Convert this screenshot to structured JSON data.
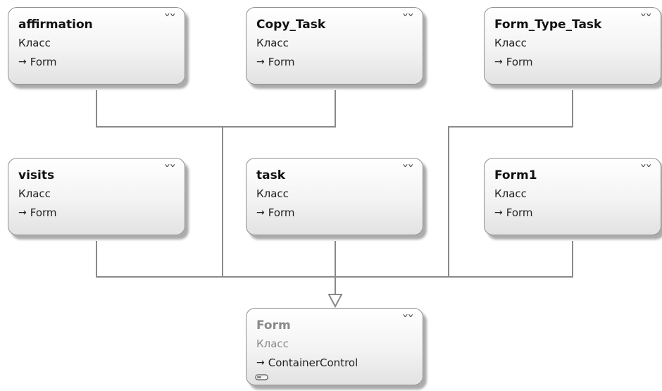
{
  "classes": [
    {
      "name": "affirmation",
      "stereotype": "Класс",
      "base": "Form",
      "expand_icon": "double-chevron-down"
    },
    {
      "name": "Copy_Task",
      "stereotype": "Класс",
      "base": "Form",
      "expand_icon": "double-chevron-down"
    },
    {
      "name": "Form_Type_Task",
      "stereotype": "Класс",
      "base": "Form",
      "expand_icon": "double-chevron-down"
    },
    {
      "name": "visits",
      "stereotype": "Класс",
      "base": "Form",
      "expand_icon": "double-chevron-down"
    },
    {
      "name": "task",
      "stereotype": "Класс",
      "base": "Form",
      "expand_icon": "double-chevron-down"
    },
    {
      "name": "Form1",
      "stereotype": "Класс",
      "base": "Form",
      "expand_icon": "double-chevron-down"
    }
  ],
  "parent": {
    "name": "Form",
    "stereotype": "Класс",
    "base": "ContainerControl",
    "expand_icon": "double-chevron-down"
  },
  "colors": {
    "line": "#8a8a8a",
    "border": "#8f8f8f",
    "dim_text": "#8a8a8a"
  }
}
